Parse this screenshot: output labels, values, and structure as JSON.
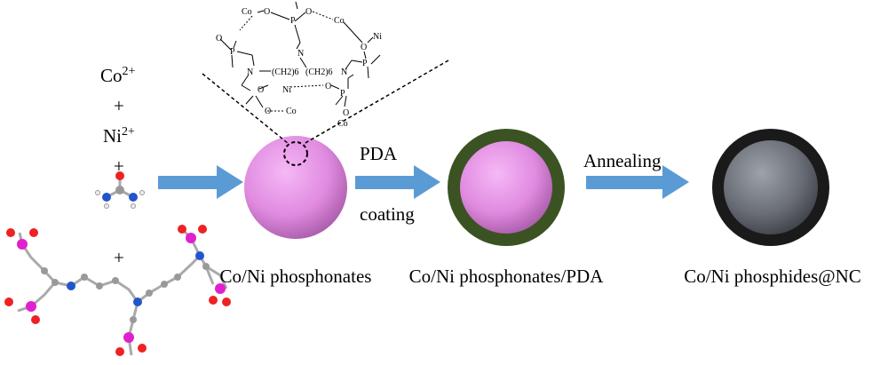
{
  "reagents": {
    "cobalt": "Co",
    "cobalt_charge": "2+",
    "plus1": "+",
    "nickel": "Ni",
    "nickel_charge": "2+",
    "plus2": "+",
    "plus3": "+"
  },
  "structure_atoms": [
    "Co",
    "O",
    "P",
    "O",
    "Co",
    "Ni",
    "O",
    "P",
    "O",
    "P",
    "N",
    "N",
    "(CH2)6",
    "(CH2)6",
    "N",
    "O",
    "Ni",
    "O",
    "P",
    "O",
    "Co",
    "O",
    "Co"
  ],
  "steps": {
    "step1_top": "PDA",
    "step1_bottom": "coating",
    "step2_top": "Annealing"
  },
  "products": {
    "p1": "Co/Ni phosphonates",
    "p2": "Co/Ni phosphonates/PDA",
    "p3": "Co/Ni phosphides@NC"
  },
  "colors": {
    "arrow": "#5b9bd5",
    "phosphonate": "#e88ee8",
    "pda_shell": "#3b5323",
    "nc_shell": "#1a1a1a",
    "phosphide": "#6b6f77"
  }
}
